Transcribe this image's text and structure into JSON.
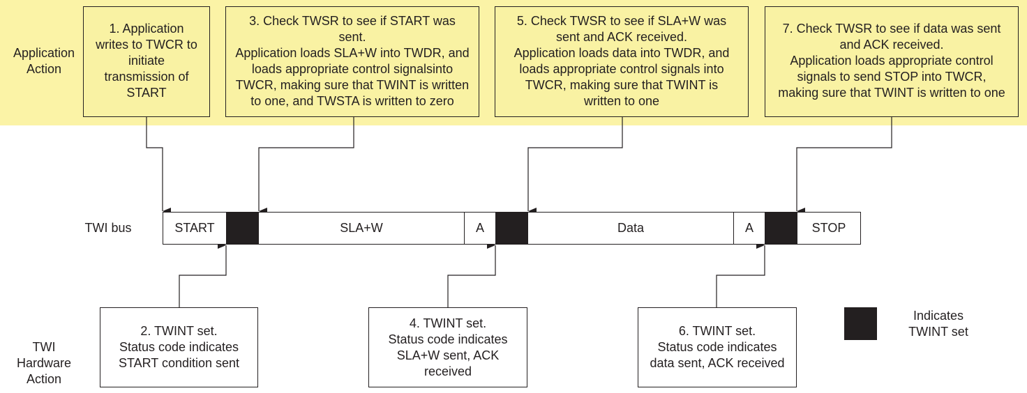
{
  "colors": {
    "band": "#fbf3a6",
    "box": "#f9f2a3",
    "line": "#231f20"
  },
  "labels": {
    "application_action": "Application\nAction",
    "twi_bus": "TWI bus",
    "twi_hardware_action": "TWI\nHardware\nAction"
  },
  "application_steps": [
    {
      "text": "1. Application\nwrites to TWCR to\ninitiate\ntransmission of\nSTART"
    },
    {
      "text": "3. Check TWSR to see if START was\nsent.\nApplication loads SLA+W into TWDR, and\nloads appropriate control signalsinto\nTWCR, making sure that TWINT is written\nto one, and TWSTA is written to zero"
    },
    {
      "text": "5. Check TWSR to see if SLA+W was\nsent and ACK received.\nApplication loads data into TWDR, and\nloads appropriate control signals into\nTWCR, making sure that TWINT is\nwritten to one"
    },
    {
      "text": "7. Check TWSR to see if data was sent\nand ACK received.\nApplication loads appropriate control\nsignals to send STOP into TWCR,\nmaking sure that TWINT is written to one"
    }
  ],
  "bus_segments": [
    {
      "label": "START",
      "type": "text"
    },
    {
      "label": "",
      "type": "twint"
    },
    {
      "label": "SLA+W",
      "type": "text"
    },
    {
      "label": "A",
      "type": "text"
    },
    {
      "label": "",
      "type": "twint"
    },
    {
      "label": "Data",
      "type": "text"
    },
    {
      "label": "A",
      "type": "text"
    },
    {
      "label": "",
      "type": "twint"
    },
    {
      "label": "STOP",
      "type": "text"
    }
  ],
  "hardware_steps": [
    {
      "text": "2. TWINT set.\nStatus code indicates\nSTART condition sent"
    },
    {
      "text": "4. TWINT set.\nStatus code indicates\nSLA+W sent, ACK\nreceived"
    },
    {
      "text": "6. TWINT set.\nStatus code indicates\ndata sent, ACK received"
    }
  ],
  "legend": {
    "text": "Indicates\nTWINT set"
  }
}
